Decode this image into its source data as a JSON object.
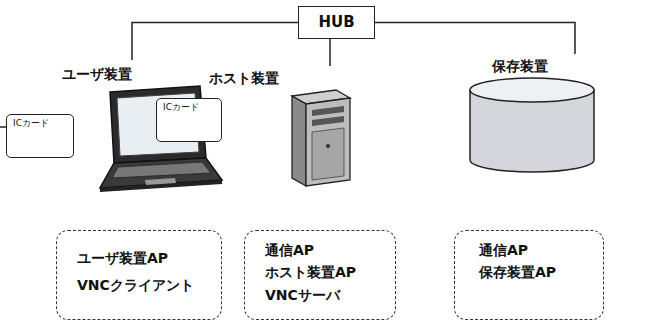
{
  "diagram": {
    "nodes": [
      {
        "text": [
          "HUB"
        ]
      },
      {
        "text": [
          "ユーザ装置"
        ]
      },
      {
        "text": [
          "ホスト装置"
        ]
      },
      {
        "text": [
          "保存装置"
        ]
      },
      {
        "text": [
          "ICカード"
        ]
      },
      {
        "text": [
          "ICカード"
        ]
      },
      {
        "text": [
          "ユーザ装置AP",
          "VNCクライアント"
        ]
      },
      {
        "text": [
          "通信AP",
          "ホスト装置AP",
          "VNCサーバ"
        ]
      },
      {
        "text": [
          "通信AP",
          "保存装置AP"
        ]
      }
    ],
    "edges": [
      {
        "from": 0,
        "to": 1,
        "arrow": "none"
      },
      {
        "from": 0,
        "to": 2,
        "arrow": "none"
      },
      {
        "from": 0,
        "to": 3,
        "arrow": "none"
      }
    ]
  }
}
